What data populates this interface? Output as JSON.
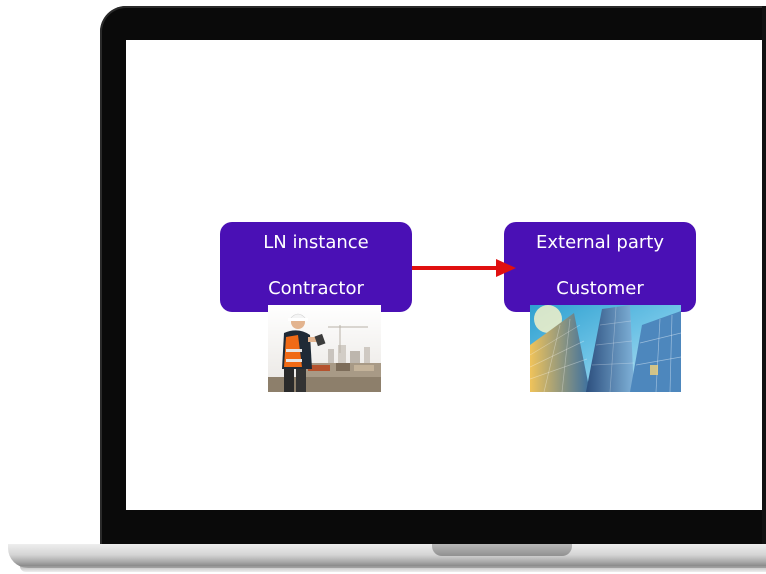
{
  "diagram": {
    "nodes": [
      {
        "title": "LN instance",
        "subtitle": "Contractor"
      },
      {
        "title": "External party",
        "subtitle": "Customer"
      }
    ],
    "edge": {
      "from": 0,
      "to": 1,
      "color": "#e01010"
    },
    "node_color": "#4a10b5"
  }
}
